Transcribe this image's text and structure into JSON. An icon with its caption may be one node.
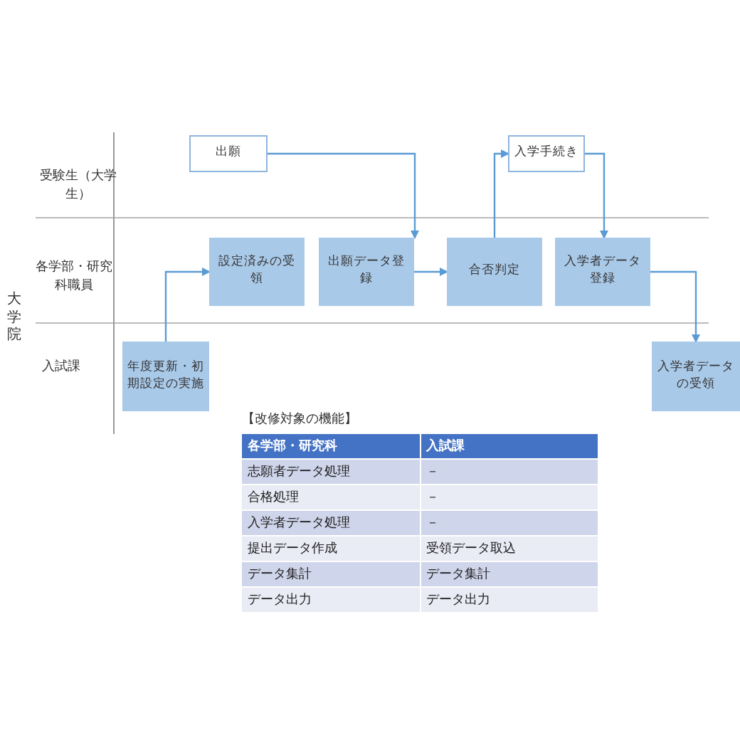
{
  "diagram": {
    "nodes": [
      {
        "text": [
          "出願"
        ]
      },
      {
        "text": [
          "設定済みの受領"
        ]
      },
      {
        "text": [
          "出願データ登録"
        ]
      },
      {
        "text": [
          "合否判定"
        ]
      },
      {
        "text": [
          "入学手続き"
        ]
      },
      {
        "text": [
          "入学者データ登録"
        ]
      },
      {
        "text": [
          "年度更新・初期設定の実施"
        ]
      },
      {
        "text": [
          "入学者データの受領"
        ]
      }
    ],
    "edges": [
      {
        "from": 6,
        "to": 1,
        "arrow": "to"
      },
      {
        "from": 0,
        "to": 2,
        "arrow": "to"
      },
      {
        "from": 2,
        "to": 3,
        "arrow": "to"
      },
      {
        "from": 3,
        "to": 4,
        "arrow": "to"
      },
      {
        "from": 4,
        "to": 5,
        "arrow": "to"
      },
      {
        "from": 5,
        "to": 7,
        "arrow": "to"
      }
    ],
    "labels": [
      "受験生（大学生）",
      "各学部・研究科職員",
      "大学院",
      "入試課",
      "【改修対象の機能】",
      "各学部・研究科",
      "入試課",
      "志願者データ処理",
      "－",
      "合格処理",
      "－",
      "入学者データ処理",
      "－",
      "提出データ作成",
      "受領データ取込",
      "データ集計",
      "データ集計",
      "データ出力",
      "データ出力"
    ]
  }
}
